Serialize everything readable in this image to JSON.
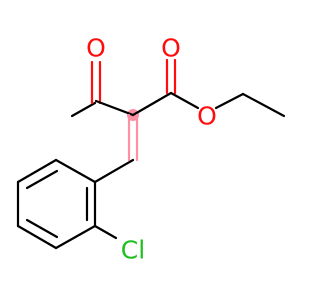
{
  "diagram": {
    "type": "chemical-structure",
    "colors": {
      "bond": "#000000",
      "oxygen": "#ff0d0d",
      "chlorine": "#1fbf1f",
      "highlight": "#ff8fa3"
    },
    "atoms": {
      "o_ketone": "O",
      "o_ester_carbonyl": "O",
      "o_ester_ether": "O",
      "cl": "Cl"
    }
  }
}
